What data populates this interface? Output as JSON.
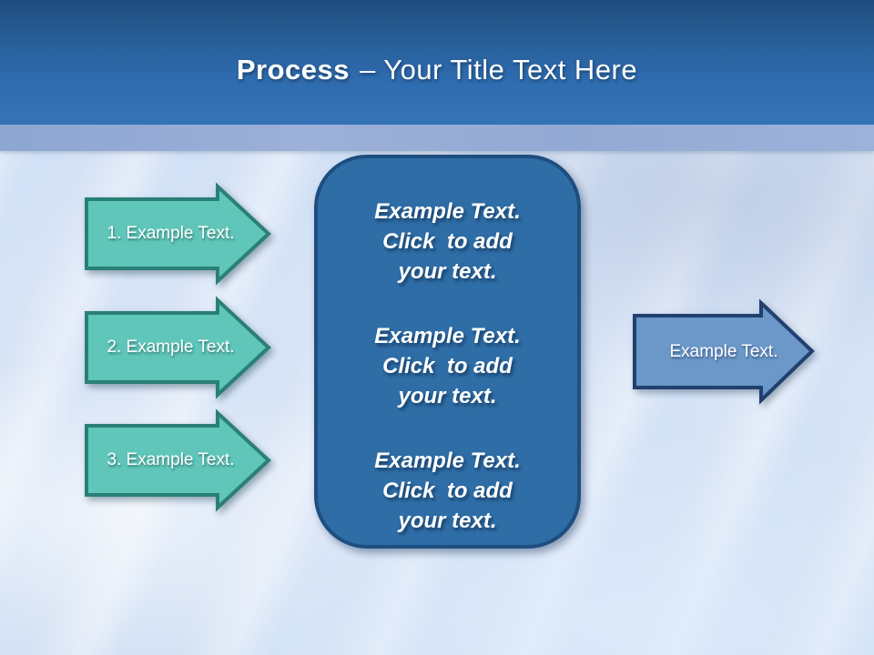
{
  "slide": {
    "title": {
      "bold": "Process",
      "regular": "– Your Title Text Here"
    },
    "left_arrows": [
      {
        "label": "1. Example Text."
      },
      {
        "label": "2. Example Text."
      },
      {
        "label": "3. Example Text."
      }
    ],
    "center_panel": {
      "blocks": [
        "Example Text.\nClick  to add\nyour text.",
        "Example Text.\nClick  to add\nyour text.",
        "Example Text.\nClick  to add\nyour text."
      ]
    },
    "right_arrow": {
      "label": "Example Text."
    },
    "colors": {
      "header_top": "#1d4c7e",
      "header_bottom": "#3573b8",
      "divider_band": "#93aad4",
      "background": "#d8e4f6",
      "step_arrow_fill": "#5fc6b9",
      "step_arrow_border": "#2a7f76",
      "panel_fill": "#2e6da6",
      "panel_border": "#1e4e80",
      "right_arrow_fill": "#6b97c9",
      "right_arrow_border": "#20406e",
      "text": "#ffffff"
    }
  }
}
